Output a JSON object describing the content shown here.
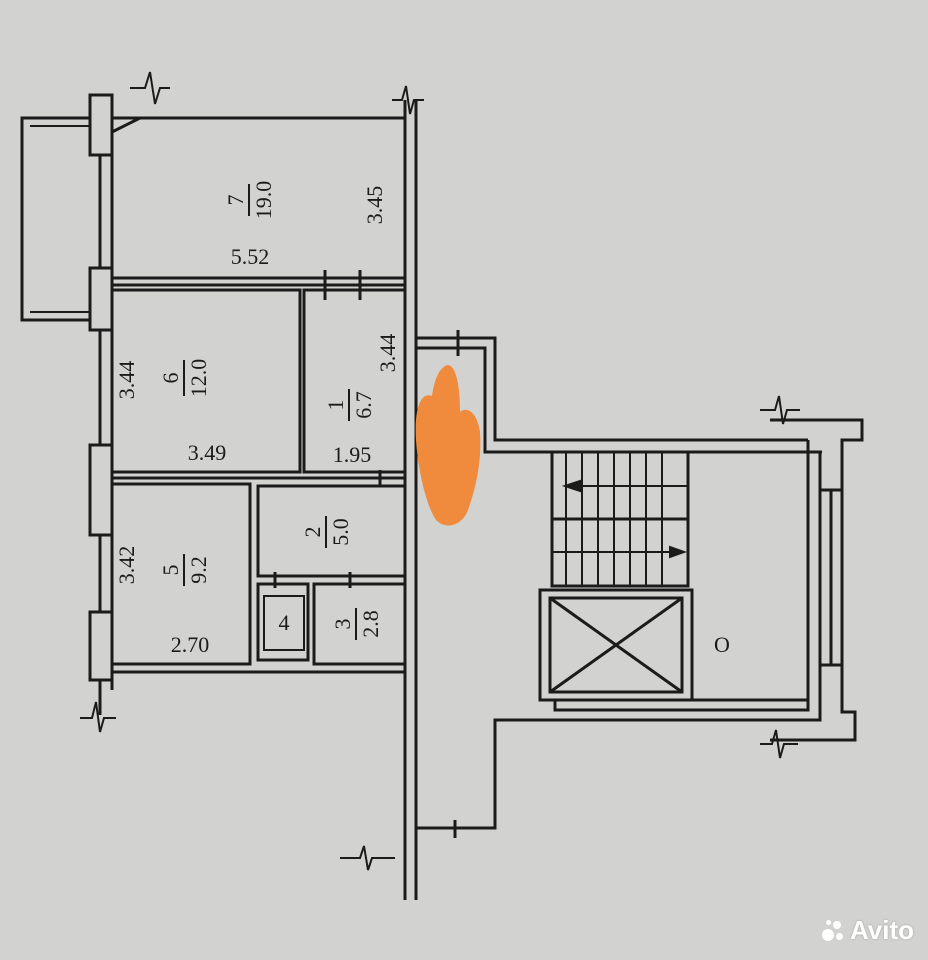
{
  "rooms": [
    {
      "id": "7",
      "number": "7",
      "area": "19.0",
      "width": "3.45",
      "length": "5.52"
    },
    {
      "id": "6",
      "number": "6",
      "area": "12.0",
      "width": "3.44",
      "length": "3.49"
    },
    {
      "id": "1",
      "number": "1",
      "area": "6.7",
      "width": "3.44",
      "length": "1.95"
    },
    {
      "id": "5",
      "number": "5",
      "area": "9.2",
      "width": "3.42",
      "length": "2.70"
    },
    {
      "id": "2",
      "number": "2",
      "area": "5.0"
    },
    {
      "id": "3",
      "number": "3",
      "area": "2.8"
    },
    {
      "id": "4",
      "number": "4"
    }
  ],
  "stairwell_symbol": "O",
  "watermark": {
    "text": "Avito",
    "icon": "avito-dots-icon"
  },
  "colors": {
    "marker": "#f08a3c",
    "ink": "#1b1b1b",
    "paper": "#d2d3d0"
  }
}
